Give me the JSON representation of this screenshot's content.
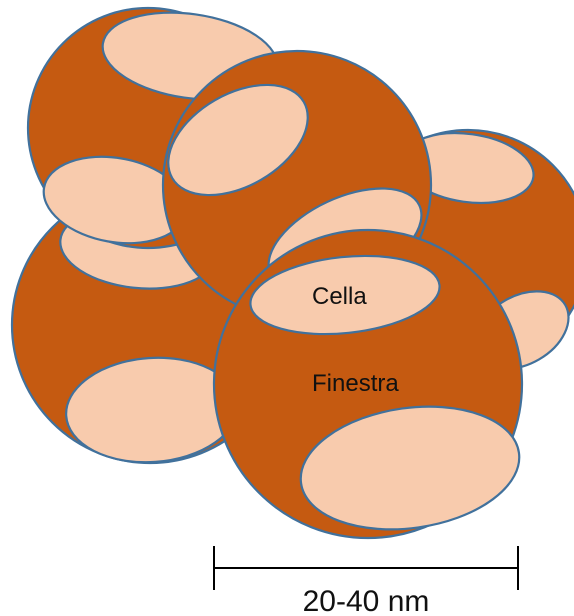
{
  "colors": {
    "sphere_fill": "#C55A11",
    "window_fill": "#F8CBAD",
    "outline": "#41719C",
    "text": "#111111"
  },
  "labels": {
    "cella": "Cella",
    "finestra": "Finestra"
  },
  "scale_bar": {
    "label": "20-40 nm"
  }
}
